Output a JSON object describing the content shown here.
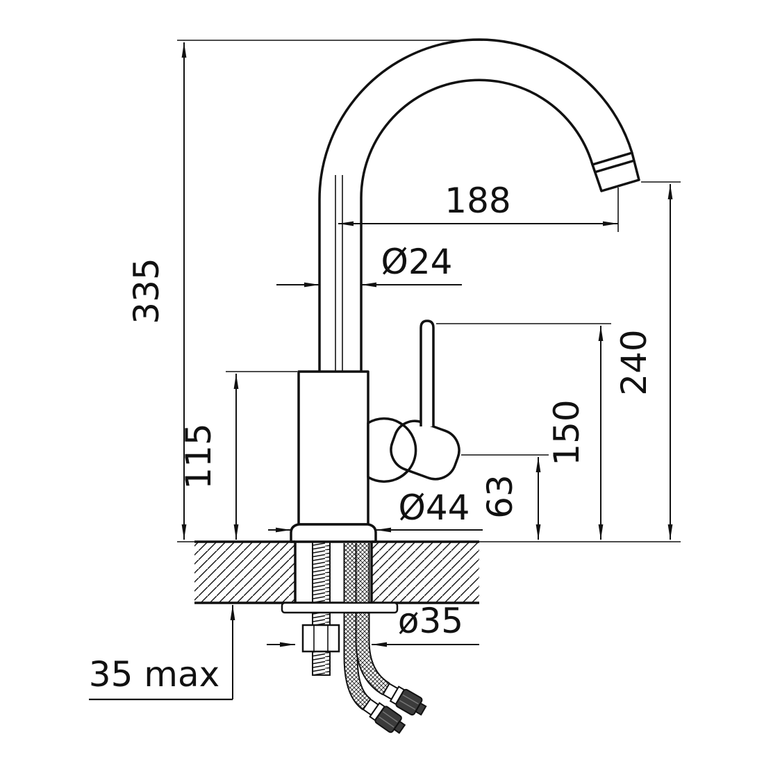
{
  "drawing": {
    "type": "technical-dimension-drawing",
    "subject": "single-lever sink faucet with high curved spout, side view with mounting parts"
  },
  "colors": {
    "background": "#ffffff",
    "line": "#111111",
    "fitting_dark": "#3b3b3b"
  },
  "dimensions": {
    "overall_height": "335",
    "spout_reach": "188",
    "spout_tube_diameter": "Ø24",
    "body_height": "115",
    "base_diameter": "Ø44",
    "handle_lower_height": "63",
    "handle_top_height": "150",
    "outlet_height": "240",
    "mounting_hole_diameter": "ø35",
    "max_deck_thickness": "35 max"
  }
}
